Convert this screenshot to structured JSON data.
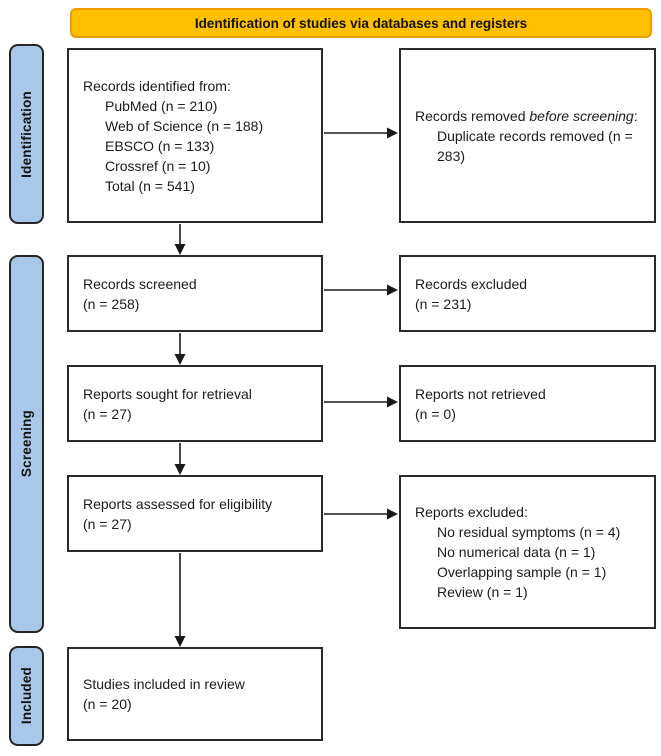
{
  "banner": {
    "label": "Identification of studies via databases and registers"
  },
  "sidebar": {
    "items": [
      {
        "label": "Identification"
      },
      {
        "label": "Screening"
      },
      {
        "label": "Included"
      }
    ]
  },
  "colors": {
    "banner_fill": "#FFC000",
    "banner_border": "#ED9D00",
    "sidebar_fill": "#A9C7E8",
    "box_border": "#2B2B2B"
  },
  "boxes": {
    "records_identified": {
      "title": "Records identified from:",
      "items": [
        "PubMed (n = 210)",
        "Web of Science (n = 188)",
        "EBSCO (n = 133)",
        "Crossref (n = 10)",
        "Total (n = 541)"
      ]
    },
    "records_removed": {
      "title_prefix": "Records removed ",
      "title_italic": "before screening",
      "title_suffix": ":",
      "items": [
        "Duplicate records removed (n = 283)"
      ]
    },
    "records_screened": {
      "line1": "Records screened",
      "line2": "(n = 258)"
    },
    "records_excluded": {
      "line1": "Records excluded",
      "line2": "(n = 231)"
    },
    "reports_sought": {
      "line1": "Reports sought for retrieval",
      "line2": "(n = 27)"
    },
    "reports_not_retrieved": {
      "line1": "Reports not retrieved",
      "line2": "(n = 0)"
    },
    "reports_assessed": {
      "line1": "Reports assessed for eligibility",
      "line2": "(n = 27)"
    },
    "reports_excluded": {
      "title": "Reports excluded:",
      "items": [
        "No residual symptoms (n = 4)",
        "No numerical data (n = 1)",
        "Overlapping sample (n = 1)",
        "Review (n = 1)"
      ]
    },
    "studies_included": {
      "line1": "Studies included in review",
      "line2": "(n = 20)"
    }
  }
}
